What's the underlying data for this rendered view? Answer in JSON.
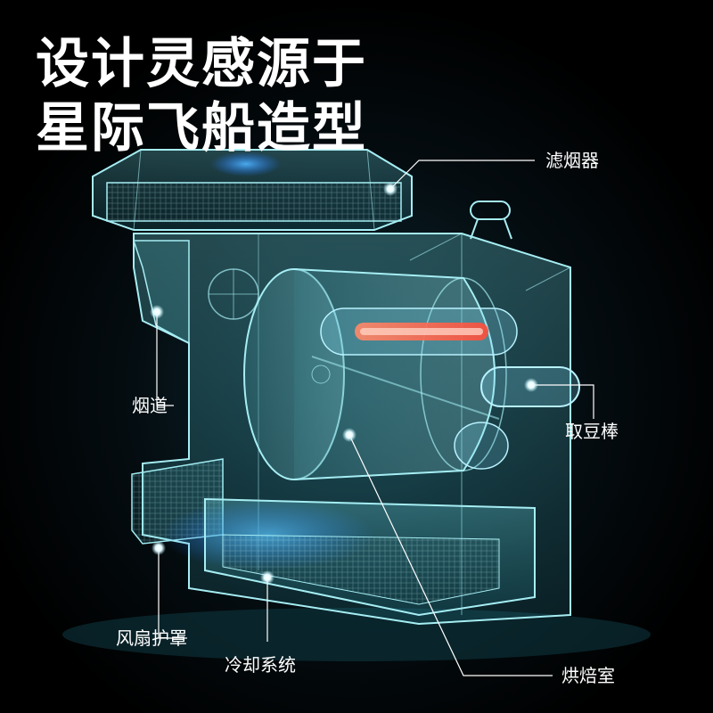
{
  "headline": {
    "line1": "设计灵感源于",
    "line2": "星际飞船造型"
  },
  "callouts": {
    "filter": "滤烟器",
    "flue": "烟道",
    "rod": "取豆棒",
    "fan_guard": "风扇护罩",
    "cooling": "冷却系统",
    "roast_chamber": "烘焙室"
  },
  "colors": {
    "background": "#000000",
    "glass_edge": "#8fe6ee",
    "glow_blue": "#1e90ff",
    "heater": "#ff6a4d",
    "label_text": "#ffffff"
  }
}
